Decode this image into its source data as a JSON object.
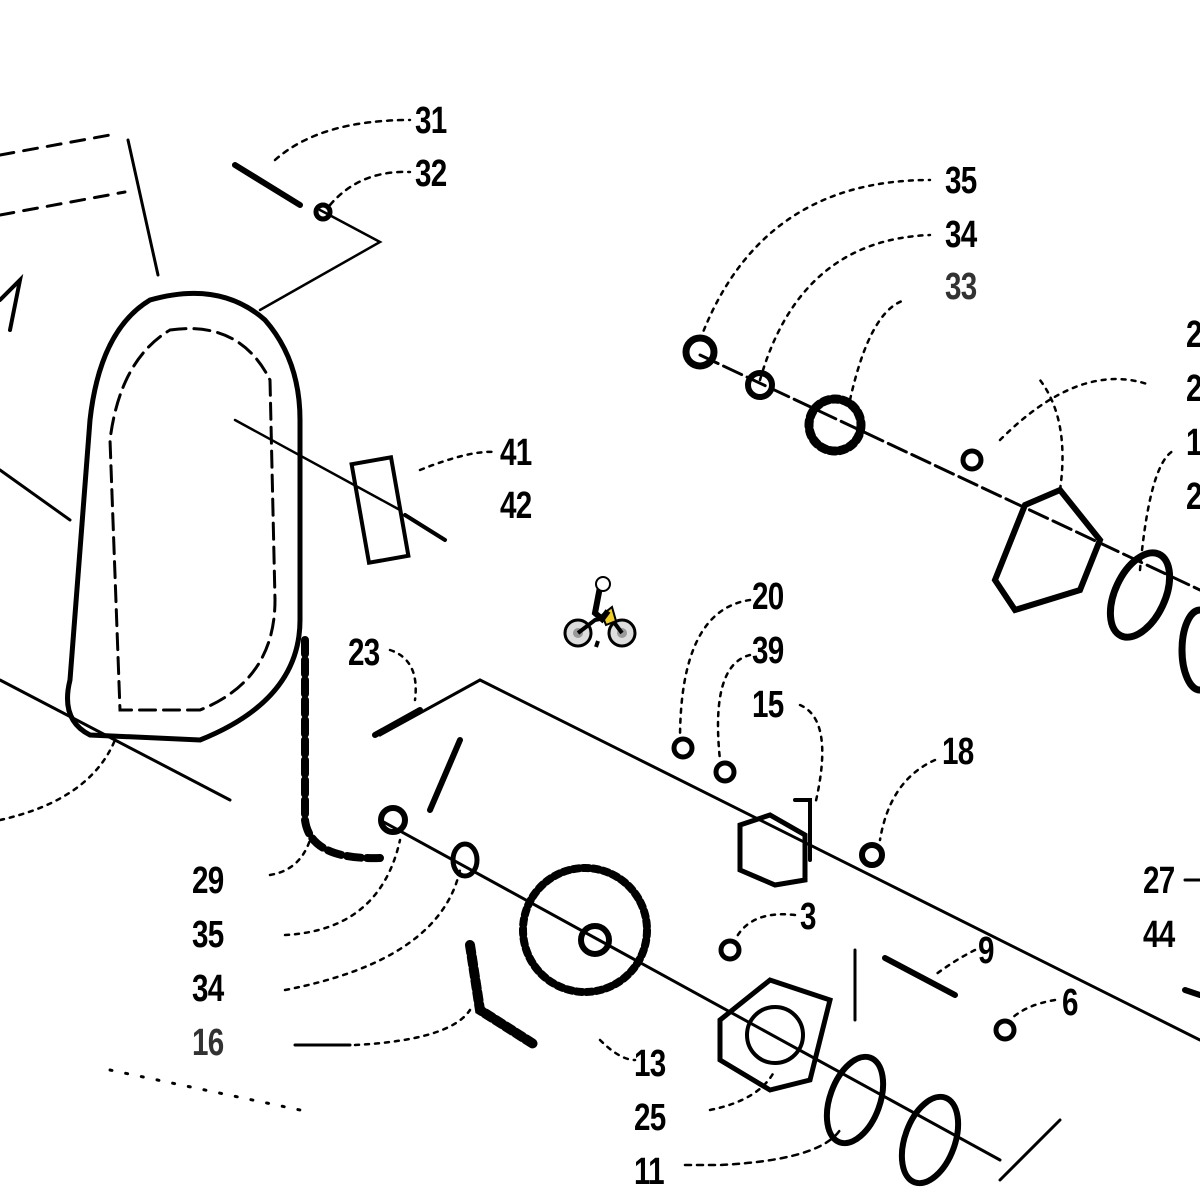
{
  "diagram": {
    "title": "Exploded parts diagram - drive chain assembly",
    "line_color": "#000000",
    "background": "#ffffff",
    "cursor_icon": "motorbike-rider-icon",
    "cursor_accent": "#f2d022",
    "labels": [
      {
        "id": "31",
        "text": "31"
      },
      {
        "id": "32",
        "text": "32"
      },
      {
        "id": "35a",
        "text": "35"
      },
      {
        "id": "34a",
        "text": "34"
      },
      {
        "id": "33",
        "text": "33"
      },
      {
        "id": "2a",
        "text": "2"
      },
      {
        "id": "2b",
        "text": "2"
      },
      {
        "id": "1",
        "text": "1"
      },
      {
        "id": "2c",
        "text": "2"
      },
      {
        "id": "41",
        "text": "41"
      },
      {
        "id": "42",
        "text": "42"
      },
      {
        "id": "20",
        "text": "20"
      },
      {
        "id": "39",
        "text": "39"
      },
      {
        "id": "15",
        "text": "15"
      },
      {
        "id": "23",
        "text": "23"
      },
      {
        "id": "18",
        "text": "18"
      },
      {
        "id": "27",
        "text": "27"
      },
      {
        "id": "44",
        "text": "44"
      },
      {
        "id": "3",
        "text": "3"
      },
      {
        "id": "9",
        "text": "9"
      },
      {
        "id": "6",
        "text": "6"
      },
      {
        "id": "29",
        "text": "29"
      },
      {
        "id": "35b",
        "text": "35"
      },
      {
        "id": "34b",
        "text": "34"
      },
      {
        "id": "16",
        "text": "16"
      },
      {
        "id": "13",
        "text": "13"
      },
      {
        "id": "25",
        "text": "25"
      },
      {
        "id": "11",
        "text": "11"
      }
    ]
  }
}
